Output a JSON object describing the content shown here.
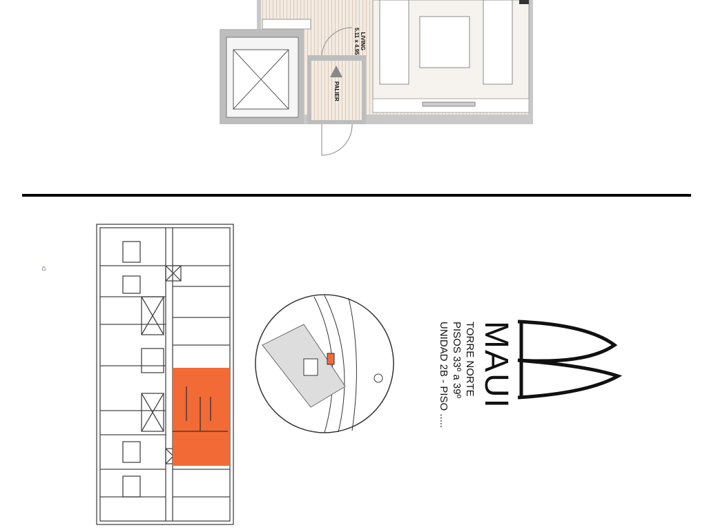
{
  "unit_plan": {
    "living_label": "LIVING",
    "living_dims": "5.11 x 4.95",
    "palier_label": "PALIER"
  },
  "info": {
    "tower": "TORRE NORTE",
    "floors": "PISOS  33º a 39º",
    "unit": "UNIDAD 2B - PISO ....."
  },
  "logo": {
    "name": "MAUI"
  },
  "colors": {
    "highlight": "#f26a35",
    "floor_wood": "#efe6dc",
    "wall": "#bdbdbd"
  }
}
